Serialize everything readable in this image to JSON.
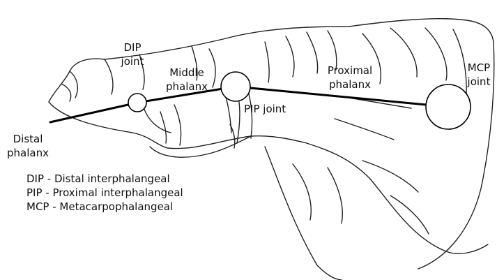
{
  "labels": {
    "dip_joint": [
      "DIP",
      "joint"
    ],
    "middle_phalanx": [
      "Middle",
      "phalanx"
    ],
    "proximal_phalanx": [
      "Proximal",
      "phalanx"
    ],
    "mcp_joint": [
      "MCP",
      "joint"
    ],
    "pip_joint": "PIP joint",
    "distal_phalanx": [
      "Distal",
      "phalanx"
    ]
  },
  "legend": [
    "DIP - Distal interphalangeal",
    "PIP - Proximal interphalangeal",
    "MCP - Metacarpophalangeal"
  ],
  "colors": {
    "ink": "#111111",
    "background": "#ffffff"
  }
}
